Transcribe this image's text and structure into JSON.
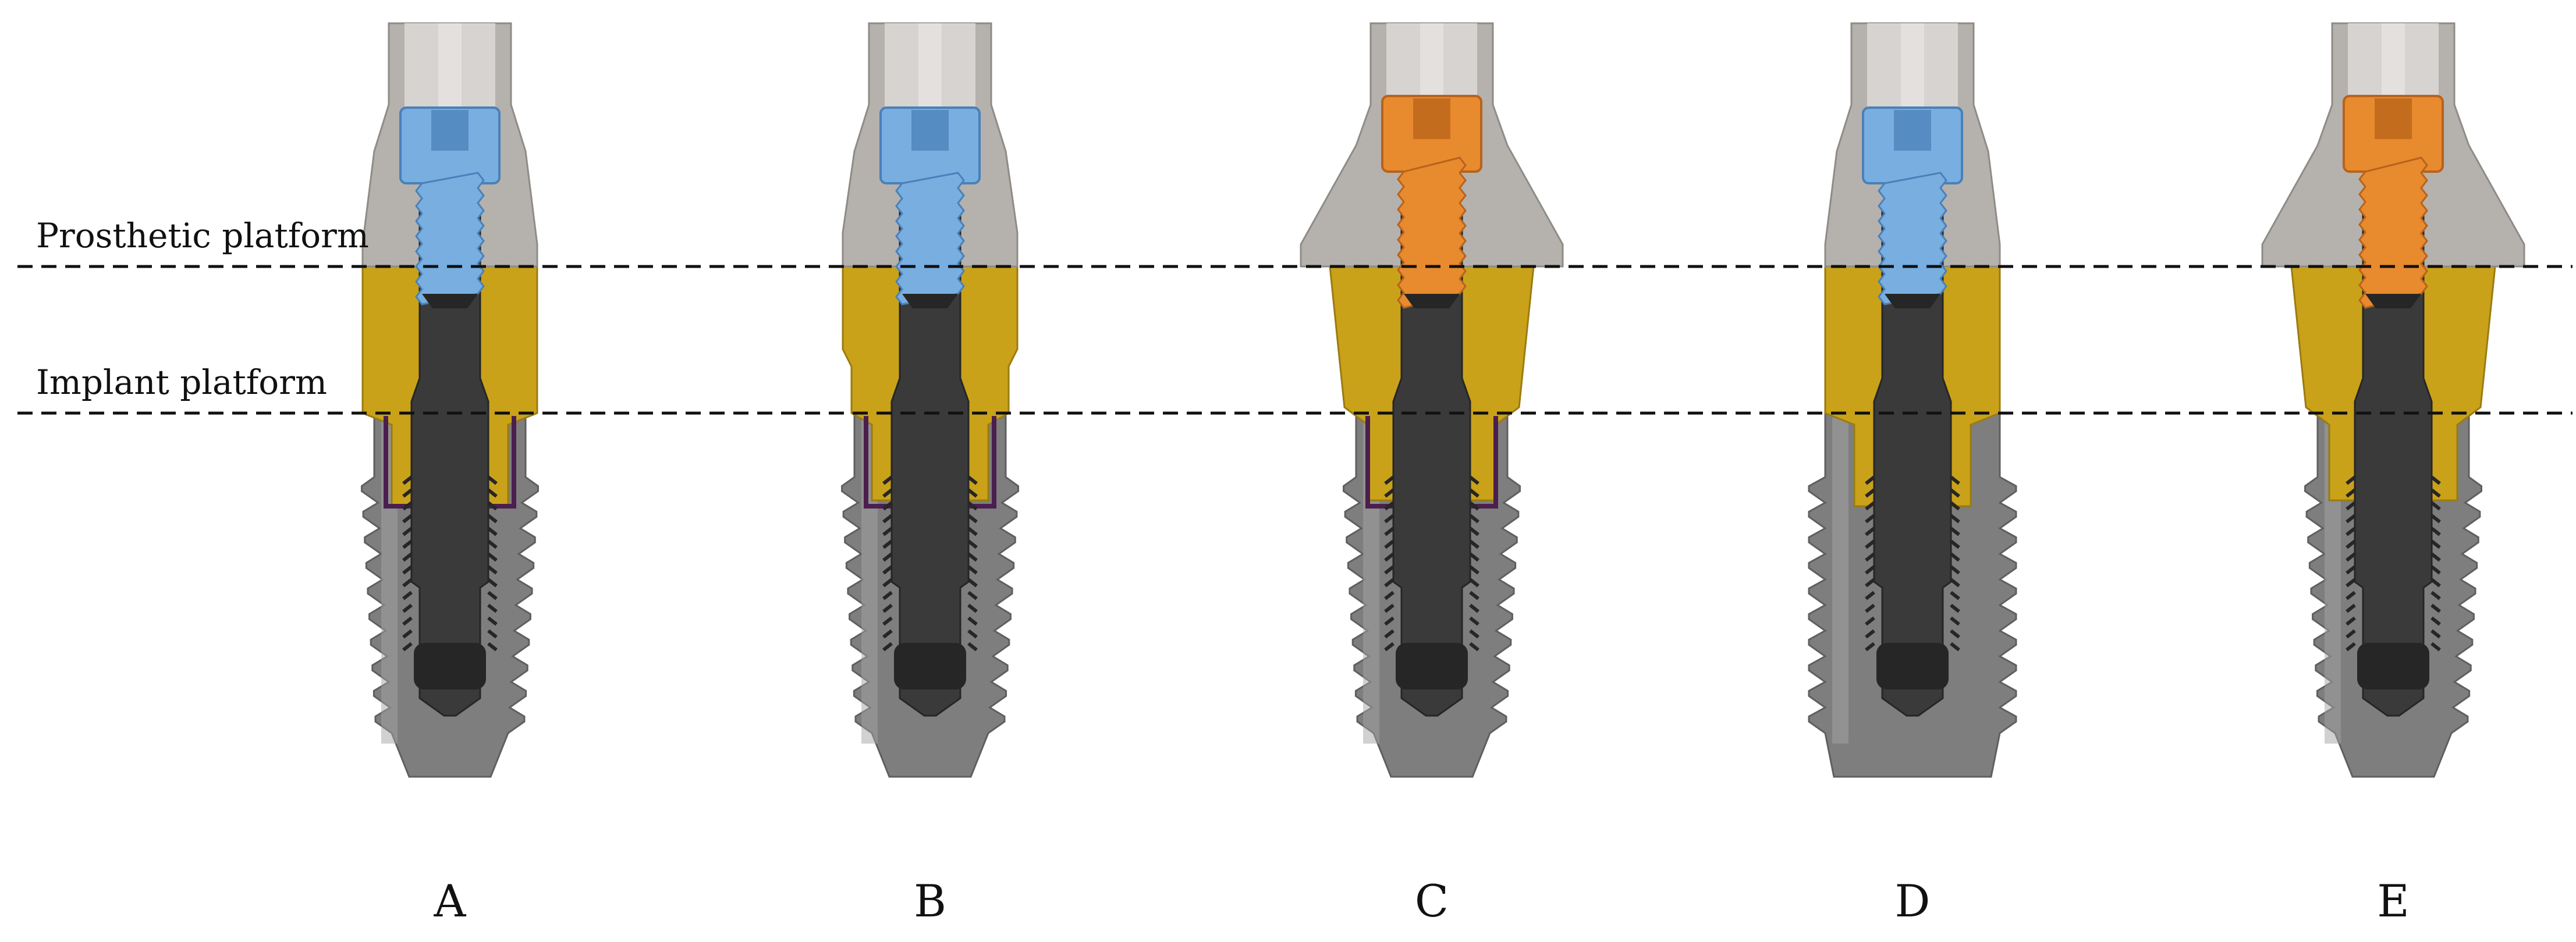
{
  "reference_lines": {
    "prosthetic_platform": "Prosthetic platform",
    "implant_platform": "Implant platform"
  },
  "panels": [
    {
      "label": "A",
      "screw_material": "blue",
      "abutment_shape": "straight",
      "implant_shape": "tapered",
      "purple_liner": true
    },
    {
      "label": "B",
      "screw_material": "blue",
      "abutment_shape": "narrow-waist",
      "implant_shape": "tapered",
      "purple_liner": true
    },
    {
      "label": "C",
      "screw_material": "orange",
      "abutment_shape": "flared",
      "implant_shape": "tapered",
      "purple_liner": true
    },
    {
      "label": "D",
      "screw_material": "blue",
      "abutment_shape": "straight",
      "implant_shape": "parallel",
      "purple_liner": false
    },
    {
      "label": "E",
      "screw_material": "orange",
      "abutment_shape": "flared",
      "implant_shape": "tapered",
      "purple_liner": false
    }
  ],
  "colors": {
    "abutment_gray": "#b5b1ad",
    "abutment_gray_dark": "#8f8b87",
    "gold_component": "#c9a21a",
    "gold_dark": "#9a7b10",
    "implant_gray": "#7e7e7e",
    "implant_gray_light": "#a3a3a3",
    "core_dark": "#3a3a3a",
    "core_black": "#262626",
    "screw_blue": "#78aee0",
    "screw_blue_dark": "#4a80b8",
    "screw_orange": "#e88a2e",
    "screw_orange_dark": "#b8621a",
    "liner_purple": "#4a1f4e"
  }
}
